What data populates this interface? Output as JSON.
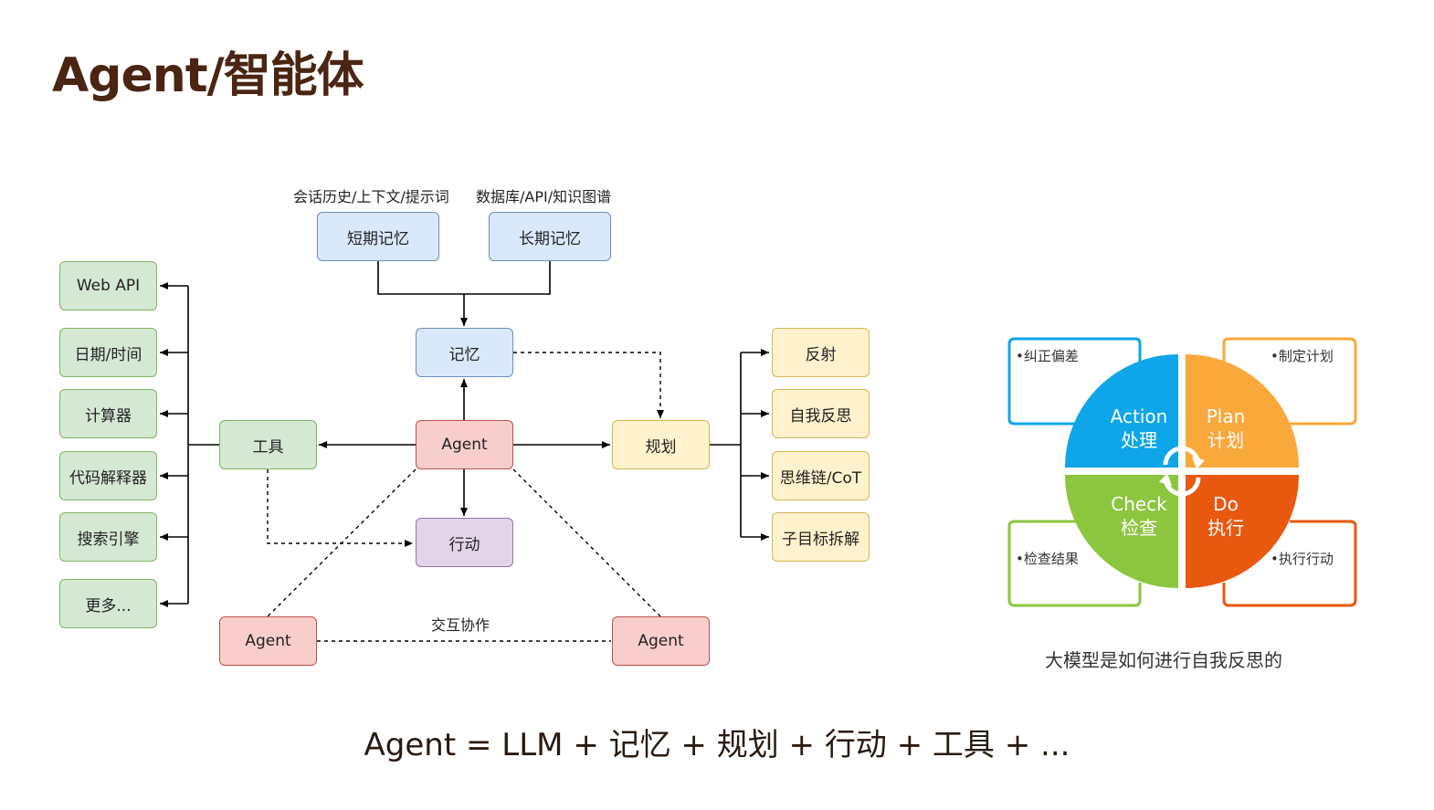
{
  "title": "Agent/智能体",
  "memory": {
    "short_caption": "会话历史/上下文/提示词",
    "long_caption": "数据库/API/知识图谱",
    "short_term": "短期记忆",
    "long_term": "长期记忆",
    "memory": "记忆"
  },
  "center": {
    "agent": "Agent",
    "tools": "工具",
    "planning": "规划",
    "action": "行动"
  },
  "tools": [
    "Web API",
    "日期/时间",
    "计算器",
    "代码解释器",
    "搜索引擎",
    "更多..."
  ],
  "planning_items": [
    "反射",
    "自我反思",
    "思维链/CoT",
    "子目标拆解"
  ],
  "collab": {
    "agent_left": "Agent",
    "agent_right": "Agent",
    "label": "交互协作"
  },
  "formula": "Agent = LLM + 记忆 + 规划 + 行动 + 工具 + ...",
  "pdca": {
    "action_en": "Action",
    "action_zh": "处理",
    "plan_en": "Plan",
    "plan_zh": "计划",
    "check_en": "Check",
    "check_zh": "检查",
    "do_en": "Do",
    "do_zh": "执行",
    "note_action": "•纠正偏差",
    "note_plan": "•制定计划",
    "note_check": "•检查结果",
    "note_do": "•执行行动",
    "caption": "大模型是如何进行自我反思的",
    "colors": {
      "action": "#0ea5e9",
      "plan": "#f9a83a",
      "check": "#8cc63f",
      "do": "#e8580f"
    }
  }
}
